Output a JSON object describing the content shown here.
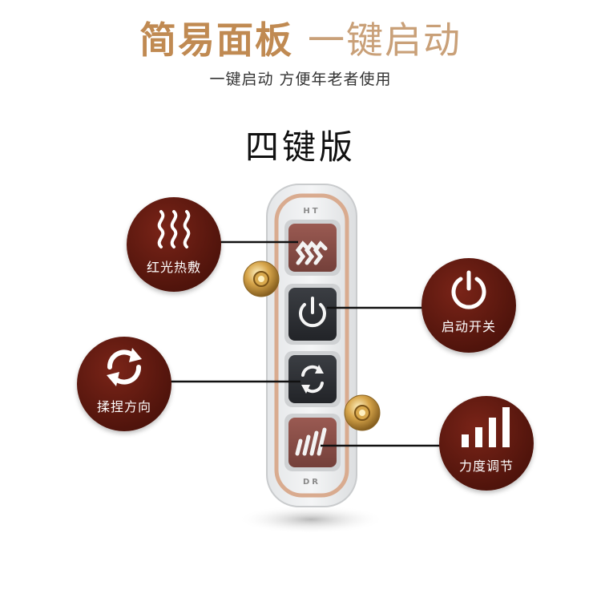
{
  "header": {
    "title_main": "简易面板",
    "title_accent": "一键启动",
    "subtitle": "一键启动 方便年老者使用",
    "version": "四键版"
  },
  "panel": {
    "top_marking": "HT",
    "bottom_marking": "DR"
  },
  "callouts": {
    "heat": {
      "label": "红光热敷",
      "icon": "heat-waves-icon"
    },
    "power": {
      "label": "启动开关",
      "icon": "power-icon"
    },
    "direction": {
      "label": "揉捏方向",
      "icon": "rotate-arrows-icon"
    },
    "strength": {
      "label": "力度调节",
      "icon": "signal-bars-icon"
    }
  },
  "colors": {
    "title_gold": "#c08a52",
    "callout_maroon": "#5a1a10",
    "panel_border": "#d9ab8f",
    "button_red": "#8a4e47",
    "button_dark": "#2f3236"
  }
}
